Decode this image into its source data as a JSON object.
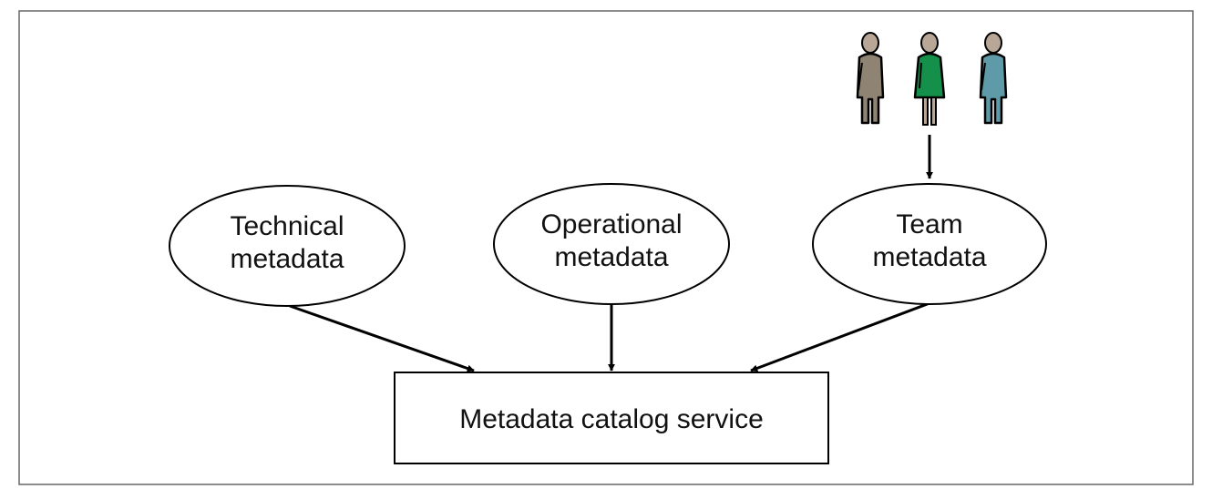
{
  "diagram": {
    "nodes": {
      "technical": {
        "line1": "Technical",
        "line2": "metadata"
      },
      "operational": {
        "line1": "Operational",
        "line2": "metadata"
      },
      "team": {
        "line1": "Team",
        "line2": "metadata"
      },
      "catalog": {
        "label": "Metadata catalog service"
      }
    },
    "people": [
      {
        "role": "person-brown-icon",
        "color": "#8f8374"
      },
      {
        "role": "person-green-icon",
        "color": "#14904a"
      },
      {
        "role": "person-blue-icon",
        "color": "#5f9aa9"
      }
    ],
    "colors": {
      "stroke": "#000000",
      "border": "#666666",
      "skin": "#b8a797"
    }
  }
}
